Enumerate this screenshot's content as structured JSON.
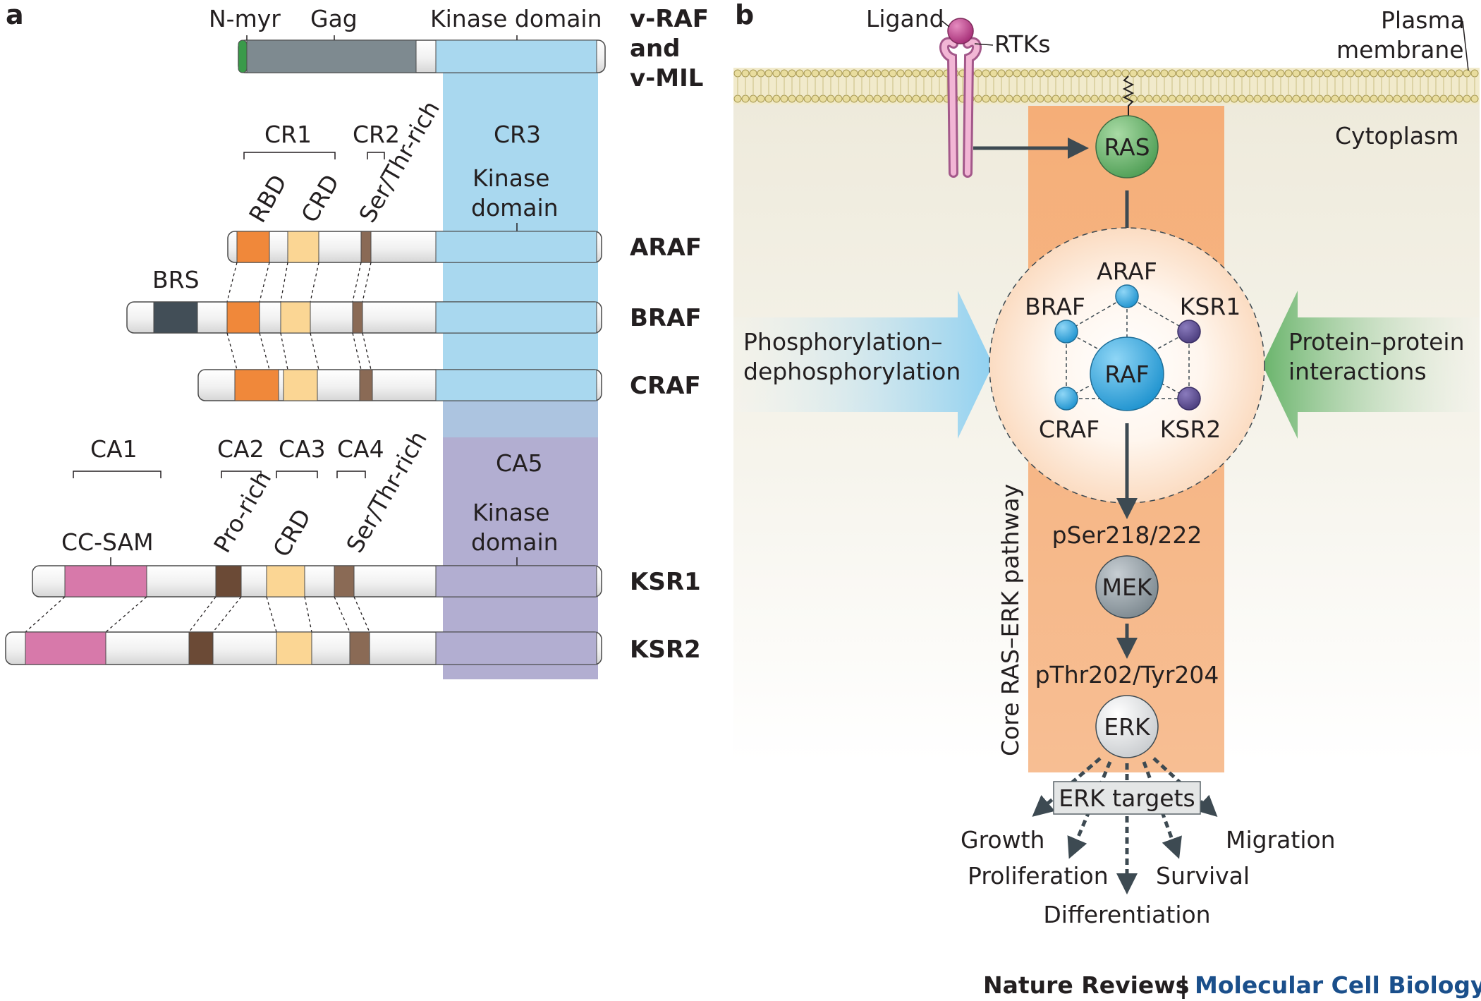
{
  "panels": {
    "a": "a",
    "b": "b"
  },
  "colors": {
    "kinase_blue": "#a9d8ef",
    "kinase_purple": "#b2aed1",
    "orange": "#f0883a",
    "light_orange": "#fbd694",
    "brown": "#8a6a55",
    "dark_brown": "#6b4a36",
    "magenta": "#d779aa",
    "gray": "#7e8a90",
    "dark_gray": "#424e57",
    "green": "#3a9a4a",
    "pathway_orange": "#f5b27e",
    "node_blue": "#34a7dd",
    "node_purple": "#5b4b8d",
    "node_green": "#6dbb6d",
    "arrow_blue": "#8fd0f0",
    "arrow_green": "#69b46b",
    "nature_blue": "#1a4f8b"
  },
  "panel_a": {
    "vraf": {
      "nmyr": "N-myr",
      "gag": "Gag",
      "kinase": "Kinase domain",
      "name_line1": "v-RAF",
      "name_line2": "and",
      "name_line3": "v-MIL"
    },
    "raf_regions": {
      "cr1": "CR1",
      "cr2": "CR2",
      "cr3": "CR3",
      "rbd": "RBD",
      "crd": "CRD",
      "ser_thr": "Ser/Thr-rich",
      "kinase_line1": "Kinase",
      "kinase_line2": "domain",
      "brs": "BRS"
    },
    "proteins": {
      "araf": "ARAF",
      "braf": "BRAF",
      "craf": "CRAF",
      "ksr1": "KSR1",
      "ksr2": "KSR2"
    },
    "ksr_regions": {
      "ca1": "CA1",
      "ca2": "CA2",
      "ca3": "CA3",
      "ca4": "CA4",
      "ca5": "CA5",
      "cc_sam": "CC-SAM",
      "pro_rich": "Pro-rich",
      "crd": "CRD",
      "ser_thr": "Ser/Thr-rich",
      "kinase_line1": "Kinase",
      "kinase_line2": "domain"
    }
  },
  "panel_b": {
    "ligand": "Ligand",
    "rtks": "RTKs",
    "membrane_line1": "Plasma",
    "membrane_line2": "membrane",
    "cytoplasm": "Cytoplasm",
    "ras": "RAS",
    "raf": "RAF",
    "araf": "ARAF",
    "braf": "BRAF",
    "craf": "CRAF",
    "ksr1": "KSR1",
    "ksr2": "KSR2",
    "phospho_line1": "Phosphorylation–",
    "phospho_line2": "dephosphorylation",
    "ppi_line1": "Protein–protein",
    "ppi_line2": "interactions",
    "pathway_label": "Core RAS–ERK pathway",
    "mek_site": "pSer218/222",
    "mek": "MEK",
    "erk_site": "pThr202/Tyr204",
    "erk": "ERK",
    "targets": "ERK targets",
    "growth": "Growth",
    "proliferation": "Proliferation",
    "differentiation": "Differentiation",
    "survival": "Survival",
    "migration": "Migration"
  },
  "footer": {
    "journal": "Nature Reviews",
    "separator": "|",
    "section": "Molecular Cell Biology"
  }
}
